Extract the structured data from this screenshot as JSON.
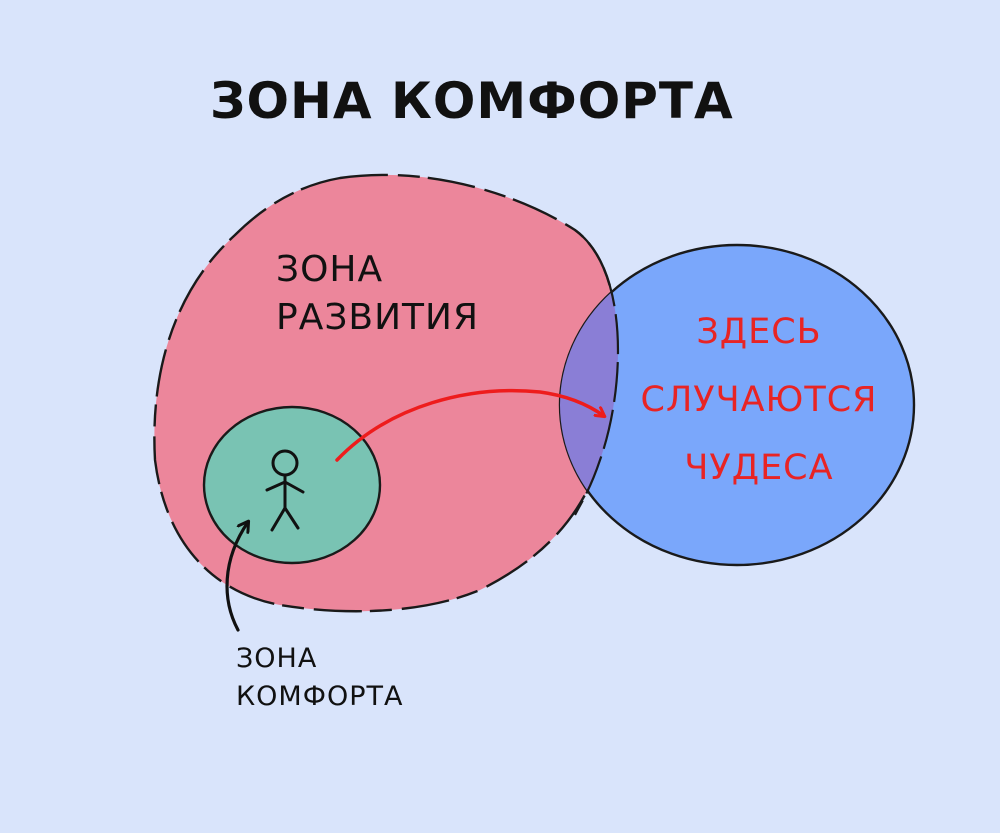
{
  "title": "ЗОНА КОМФОРТА",
  "growth_zone": {
    "lines": [
      "ЗОНА",
      "РАЗВИТИЯ"
    ],
    "color": "#ec869b"
  },
  "magic_zone": {
    "lines": [
      "ЗДЕСЬ",
      "СЛУЧАЮТСЯ",
      "ЧУДЕСА"
    ],
    "color": "#7aa7fb",
    "text_color": "#e82424"
  },
  "overlap_color": "#8a7ed6",
  "comfort_zone": {
    "lines": [
      "ЗОНА",
      "КОМФОРТА"
    ],
    "color": "#79c3b3"
  },
  "arrow_color": "#ee1c1c",
  "background_color": "#d9e4fb",
  "icons": {
    "figure": "stick-figure-icon",
    "pointer": "curved-arrow-icon"
  }
}
